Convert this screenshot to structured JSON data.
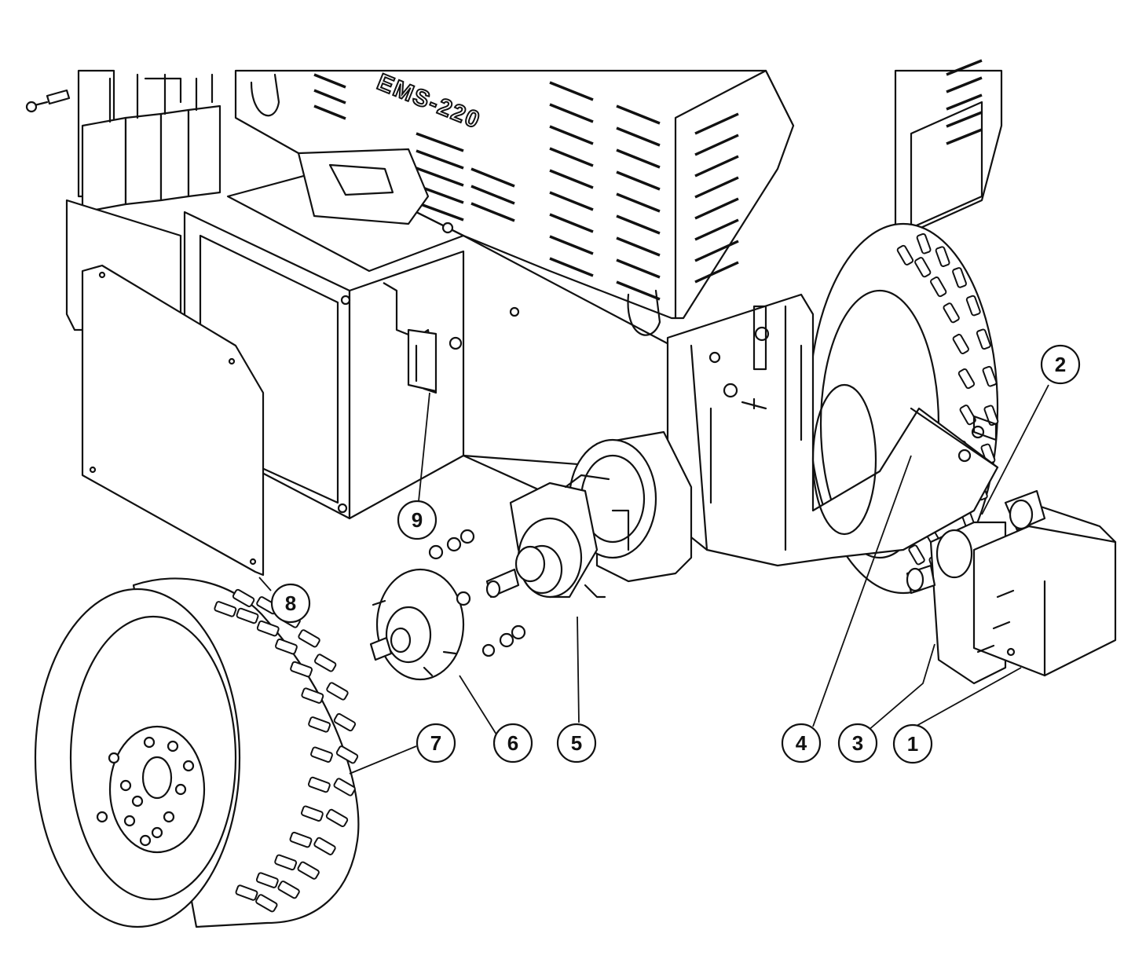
{
  "drawing": {
    "machine_marking": "EMS-220",
    "callouts": [
      {
        "id": "1",
        "label": "1"
      },
      {
        "id": "2",
        "label": "2"
      },
      {
        "id": "3",
        "label": "3"
      },
      {
        "id": "4",
        "label": "4"
      },
      {
        "id": "5",
        "label": "5"
      },
      {
        "id": "6",
        "label": "6"
      },
      {
        "id": "7",
        "label": "7"
      },
      {
        "id": "8",
        "label": "8"
      },
      {
        "id": "9",
        "label": "9"
      }
    ],
    "colors": {
      "line": "#111111",
      "background": "#ffffff"
    }
  }
}
